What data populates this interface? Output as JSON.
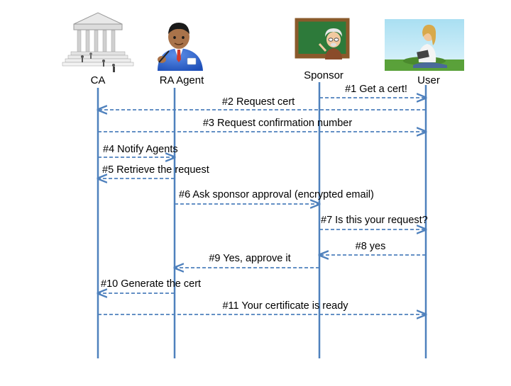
{
  "actors": [
    {
      "id": "ca",
      "label": "CA",
      "icon": "ca-building-icon"
    },
    {
      "id": "ra",
      "label": "RA Agent",
      "icon": "ra-agent-icon"
    },
    {
      "id": "sponsor",
      "label": "Sponsor",
      "icon": "sponsor-teacher-icon"
    },
    {
      "id": "user",
      "label": "User",
      "icon": "user-photo-icon"
    }
  ],
  "messages": [
    {
      "from": "sponsor",
      "to": "user",
      "label": "#1 Get a cert!"
    },
    {
      "from": "user",
      "to": "ca",
      "label": "#2 Request cert"
    },
    {
      "from": "ca",
      "to": "user",
      "label": "#3 Request confirmation number"
    },
    {
      "from": "ca",
      "to": "ra",
      "label": "#4 Notify Agents"
    },
    {
      "from": "ra",
      "to": "ca",
      "label": "#5 Retrieve the request"
    },
    {
      "from": "ra",
      "to": "sponsor",
      "label": "#6 Ask sponsor approval (encrypted email)"
    },
    {
      "from": "sponsor",
      "to": "user",
      "label": "#7 Is this your request?"
    },
    {
      "from": "user",
      "to": "sponsor",
      "label": "#8 yes"
    },
    {
      "from": "sponsor",
      "to": "ra",
      "label": "#9 Yes, approve it"
    },
    {
      "from": "ra",
      "to": "ca",
      "label": "#10 Generate the cert"
    },
    {
      "from": "ca",
      "to": "user",
      "label": "#11 Your certificate is ready"
    }
  ],
  "colors": {
    "lifeline": "#4f81bd",
    "arrow": "#4f81bd"
  }
}
